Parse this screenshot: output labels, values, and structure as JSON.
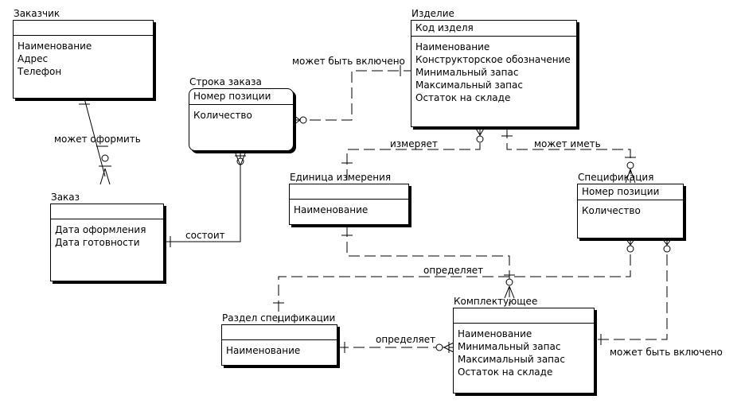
{
  "entities": {
    "customer": {
      "title": "Заказчик",
      "key": "",
      "attrs": [
        "Наименование",
        "Адрес",
        "Телефон"
      ]
    },
    "order_line": {
      "title": "Строка заказа",
      "key": "Номер позиции",
      "attrs": [
        "Количество"
      ]
    },
    "product": {
      "title": "Изделие",
      "key": "Код изделя",
      "attrs": [
        "Наименование",
        "Конструкторское обозначение",
        "Минимальный запас",
        "Максимальный запас",
        "Остаток на складе"
      ]
    },
    "unit": {
      "title": "Единица измерения",
      "key": "",
      "attrs": [
        "Наименование"
      ]
    },
    "spec": {
      "title": "Спецификация",
      "key": "Номер позиции",
      "attrs": [
        "Количество"
      ]
    },
    "order": {
      "title": "Заказ",
      "key": "",
      "attrs": [
        "Дата оформления",
        "Дата готовности"
      ]
    },
    "spec_section": {
      "title": "Раздел спецификации",
      "key": "",
      "attrs": [
        "Наименование"
      ]
    },
    "component": {
      "title": "Комплектующее",
      "key": "",
      "attrs": [
        "Наименование",
        "Минимальный запас",
        "Максимальный запас",
        "Остаток на складе"
      ]
    }
  },
  "relationships": {
    "can_place": "может оформить",
    "consists": "состоит",
    "may_be_included_1": "может быть включено",
    "measures": "измеряет",
    "may_have": "может иметь",
    "defines_1": "определяет",
    "defines_2": "определяет",
    "may_be_included_2": "может быть включено"
  }
}
